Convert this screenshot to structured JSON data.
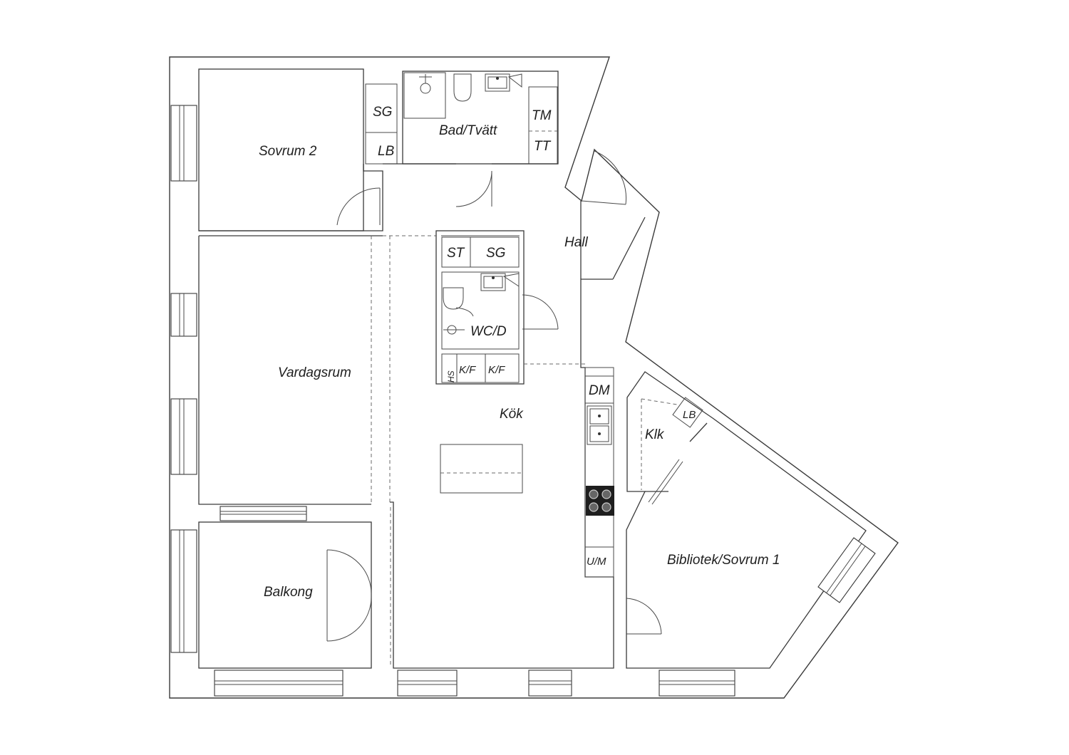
{
  "rooms": {
    "sovrum2": "Sovrum 2",
    "bad_tvatt": "Bad/Tvätt",
    "hall": "Hall",
    "vardagsrum": "Vardagsrum",
    "kok": "Kök",
    "wc_d": "WC/D",
    "klk": "Klk",
    "bibliotek": "Bibliotek/Sovrum 1",
    "balkong": "Balkong"
  },
  "fixtures": {
    "sg_bedroom": "SG",
    "lb_bedroom": "LB",
    "tm": "TM",
    "tt": "TT",
    "st": "ST",
    "sg_hall": "SG",
    "hs": "HS",
    "kf1": "K/F",
    "kf2": "K/F",
    "dm": "DM",
    "um": "U/M",
    "lb_klk": "LB"
  },
  "icons": {
    "sink": "sink-icon",
    "toilet": "toilet-icon",
    "shower": "shower-icon",
    "stove": "stove-icon"
  }
}
